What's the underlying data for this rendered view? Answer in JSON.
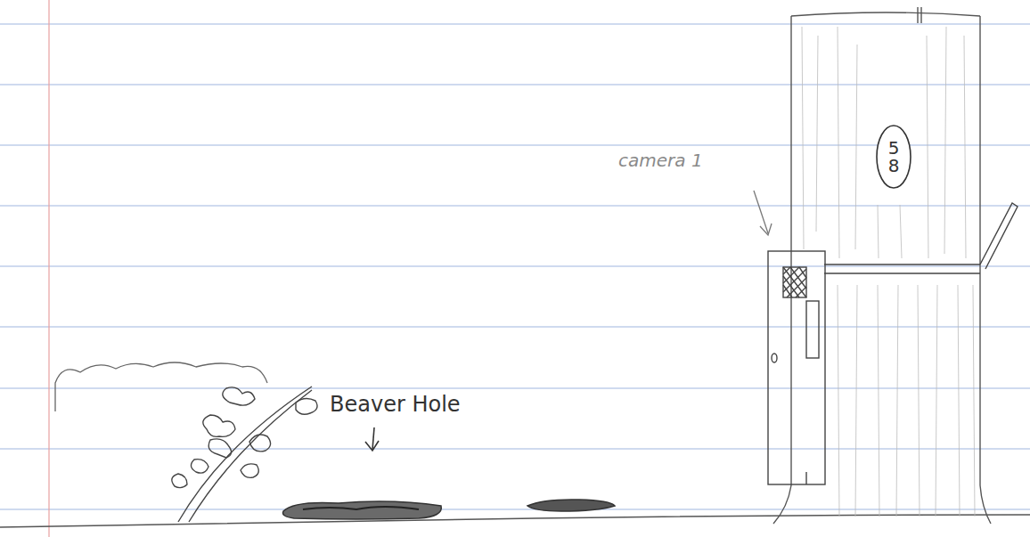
{
  "diagram": {
    "nodes": [
      {
        "text": [
          "58"
        ]
      }
    ],
    "labels": [
      "camera 1",
      "Beaver Hole"
    ]
  }
}
